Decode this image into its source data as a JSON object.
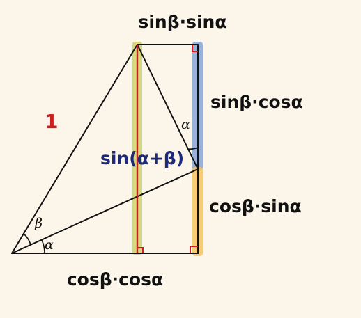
{
  "labels": {
    "top": "sinβ·sinα",
    "right_upper": "sinβ·cosα",
    "right_lower": "cosβ·sinα",
    "bottom": "cosβ·cosα",
    "hypotenuse": "1",
    "center": "sin(α+β)",
    "angle_beta": "β",
    "angle_alpha_bottom": "α",
    "angle_alpha_top": "α"
  },
  "colors": {
    "background": "#fcf6ea",
    "stroke": "#111111",
    "green_highlight": "#b9cf6a",
    "yellow_highlight": "#f4c35a",
    "blue_highlight": "#7f9fd3",
    "red": "#cc1f1f",
    "navy_text": "#1d2a7a",
    "text": "#111111"
  }
}
